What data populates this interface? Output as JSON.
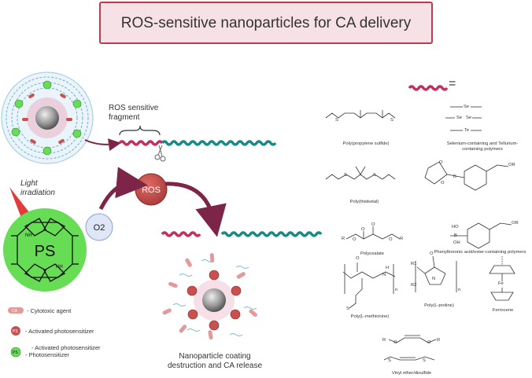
{
  "title": "ROS-sensitive nanoparticles for CA delivery",
  "labels": {
    "ros_sensitive_fragment": "ROS sensitive fragment",
    "ros": "ROS",
    "light_irradiation": "Light irradiation",
    "ps": "PS",
    "o2": "O2",
    "equals": "=",
    "release": "Nanoparticle coating destruction and CA release"
  },
  "legend": [
    {
      "badge": "CA",
      "text": "- Cytotoxic agent"
    },
    {
      "badge": "PS",
      "text": "- Activated photosensitizer"
    },
    {
      "badge": "PS",
      "text": "- Activated photosensitizer"
    },
    {
      "badge": "",
      "text": "- Photosensitizer"
    }
  ],
  "chemicals": {
    "pps": "Poly(propylene sulfide)",
    "se_te": "Selenium-containing and Tellurium-containing polymers",
    "thioketal": "Poly(thioketal)",
    "boronic": "Phenylboronic acid/ester-containing polymers",
    "oxalate": "Polyoxalate",
    "methionine": "Poly(L-methionine)",
    "proline": "Poly(L-proline)",
    "ferrocene": "Ferrocene",
    "vinyl": "Vinyl ether/disulfide"
  },
  "atoms": {
    "s": "S",
    "se": "Se",
    "te": "Te",
    "o": "O",
    "oh": "OH",
    "ho": "HO",
    "b": "B",
    "or": "OR",
    "r": "R",
    "n": "N",
    "h": "H",
    "nh": "NH",
    "fe": "Fe",
    "r1": "R1",
    "r2": "R2",
    "n_sub": "n"
  },
  "colors": {
    "title_border": "#c0394f",
    "title_fill": "#f6e1e6",
    "ros_fragment": "#c4305a",
    "stable_chain": "#1a8a86",
    "arrow": "#7d2548",
    "ps_green": "#66dd55",
    "ros_red": "#c8514f",
    "o2_fill": "#dfe6f7"
  }
}
